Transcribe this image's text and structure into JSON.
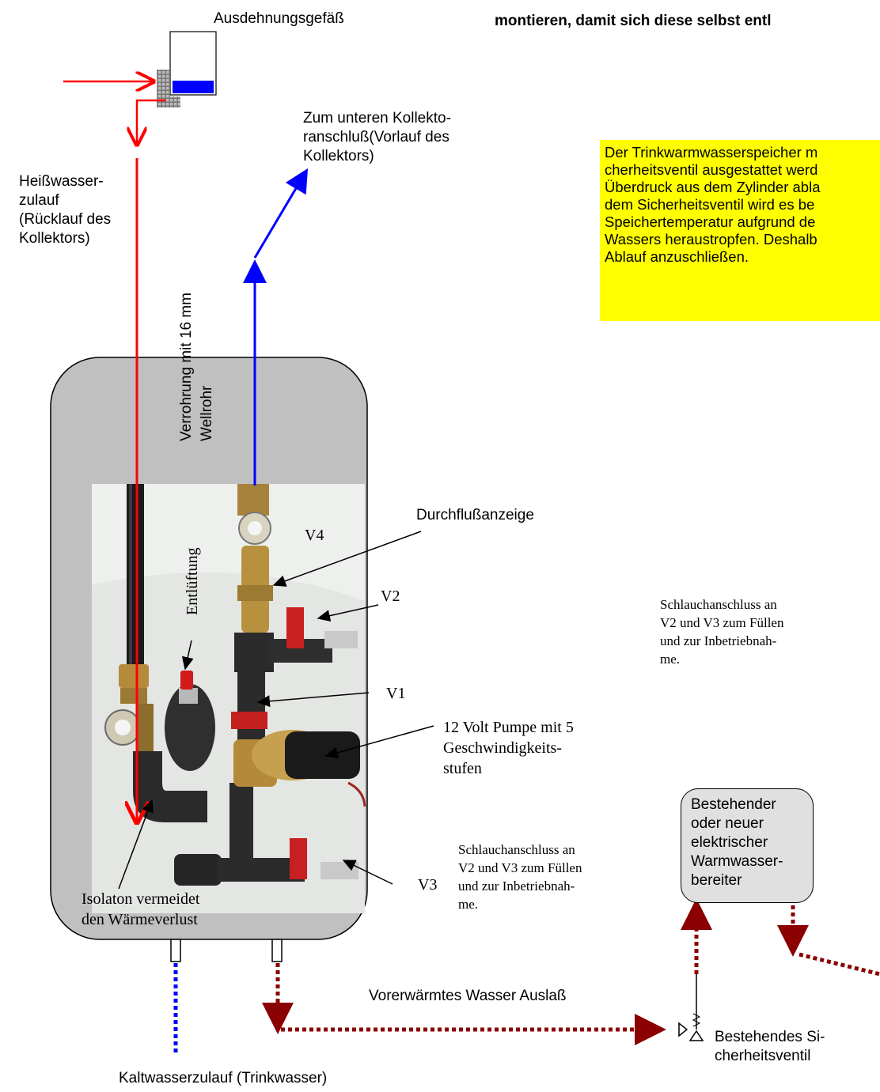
{
  "header": {
    "title": "montieren, damit sich diese selbst entl"
  },
  "expansion_vessel": {
    "label": "Ausdehnungsgefäß"
  },
  "labels": {
    "hot_water_inlet": [
      "Heißwasser-",
      "zulauf",
      "(Rücklauf des",
      "Kollektors)"
    ],
    "piping": [
      "Verrohrung mit 16 mm",
      "Wellrohr"
    ],
    "collector_outlet": [
      "Zum unteren Kollekto-",
      "ranschluß(Vorlauf des",
      "Kollektors)"
    ],
    "flow_indicator": "Durchflußanzeige",
    "venting": "Entlüftung",
    "insulation": [
      "Isolaton vermeidet",
      "den Wärmeverlust"
    ],
    "pump": [
      "12 Volt Pumpe mit 5",
      "Geschwindigkeits-",
      "stufen"
    ],
    "hose_connection_a": [
      "Schlauchanschluss an",
      "V2 und V3 zum Füllen",
      "und zur Inbetriebnah-",
      "me."
    ],
    "hose_connection_b": [
      "Schlauchanschluss an",
      "V2 und V3 zum Füllen",
      "und zur Inbetriebnah-",
      "me."
    ],
    "preheated_outlet": "Vorerwärmtes Wasser Auslaß",
    "cold_water_inlet": "Kaltwasserzulauf (Trinkwasser)",
    "existing_safety_valve": [
      "Bestehendes Si-",
      "cherheitsventil"
    ]
  },
  "valves": {
    "v1": "V1",
    "v2": "V2",
    "v3": "V3",
    "v4": "V4"
  },
  "note_box": {
    "lines": [
      "Der Trinkwarmwasserspeicher m",
      "cherheitsventil ausgestattet werd",
      "Überdruck aus dem Zylinder abla",
      "dem Sicherheitsventil wird es be",
      "Speichertemperatur aufgrund de",
      "Wassers heraustropfen. Deshalb",
      "Ablauf anzuschließen."
    ]
  },
  "heater_box": {
    "lines": [
      "Bestehender",
      "oder neuer",
      "elektrischer",
      "Warmwasser-",
      "bereiter"
    ]
  },
  "colors": {
    "hot_pipe": "#ff0000",
    "collector_pipe": "#0000ff",
    "cold_water": "#0000ff",
    "domestic_hot_water": "#8b0000",
    "tank_fill": "#c0c0c0",
    "note_background": "#ffff00",
    "heater_fill": "#e0e0e0"
  }
}
